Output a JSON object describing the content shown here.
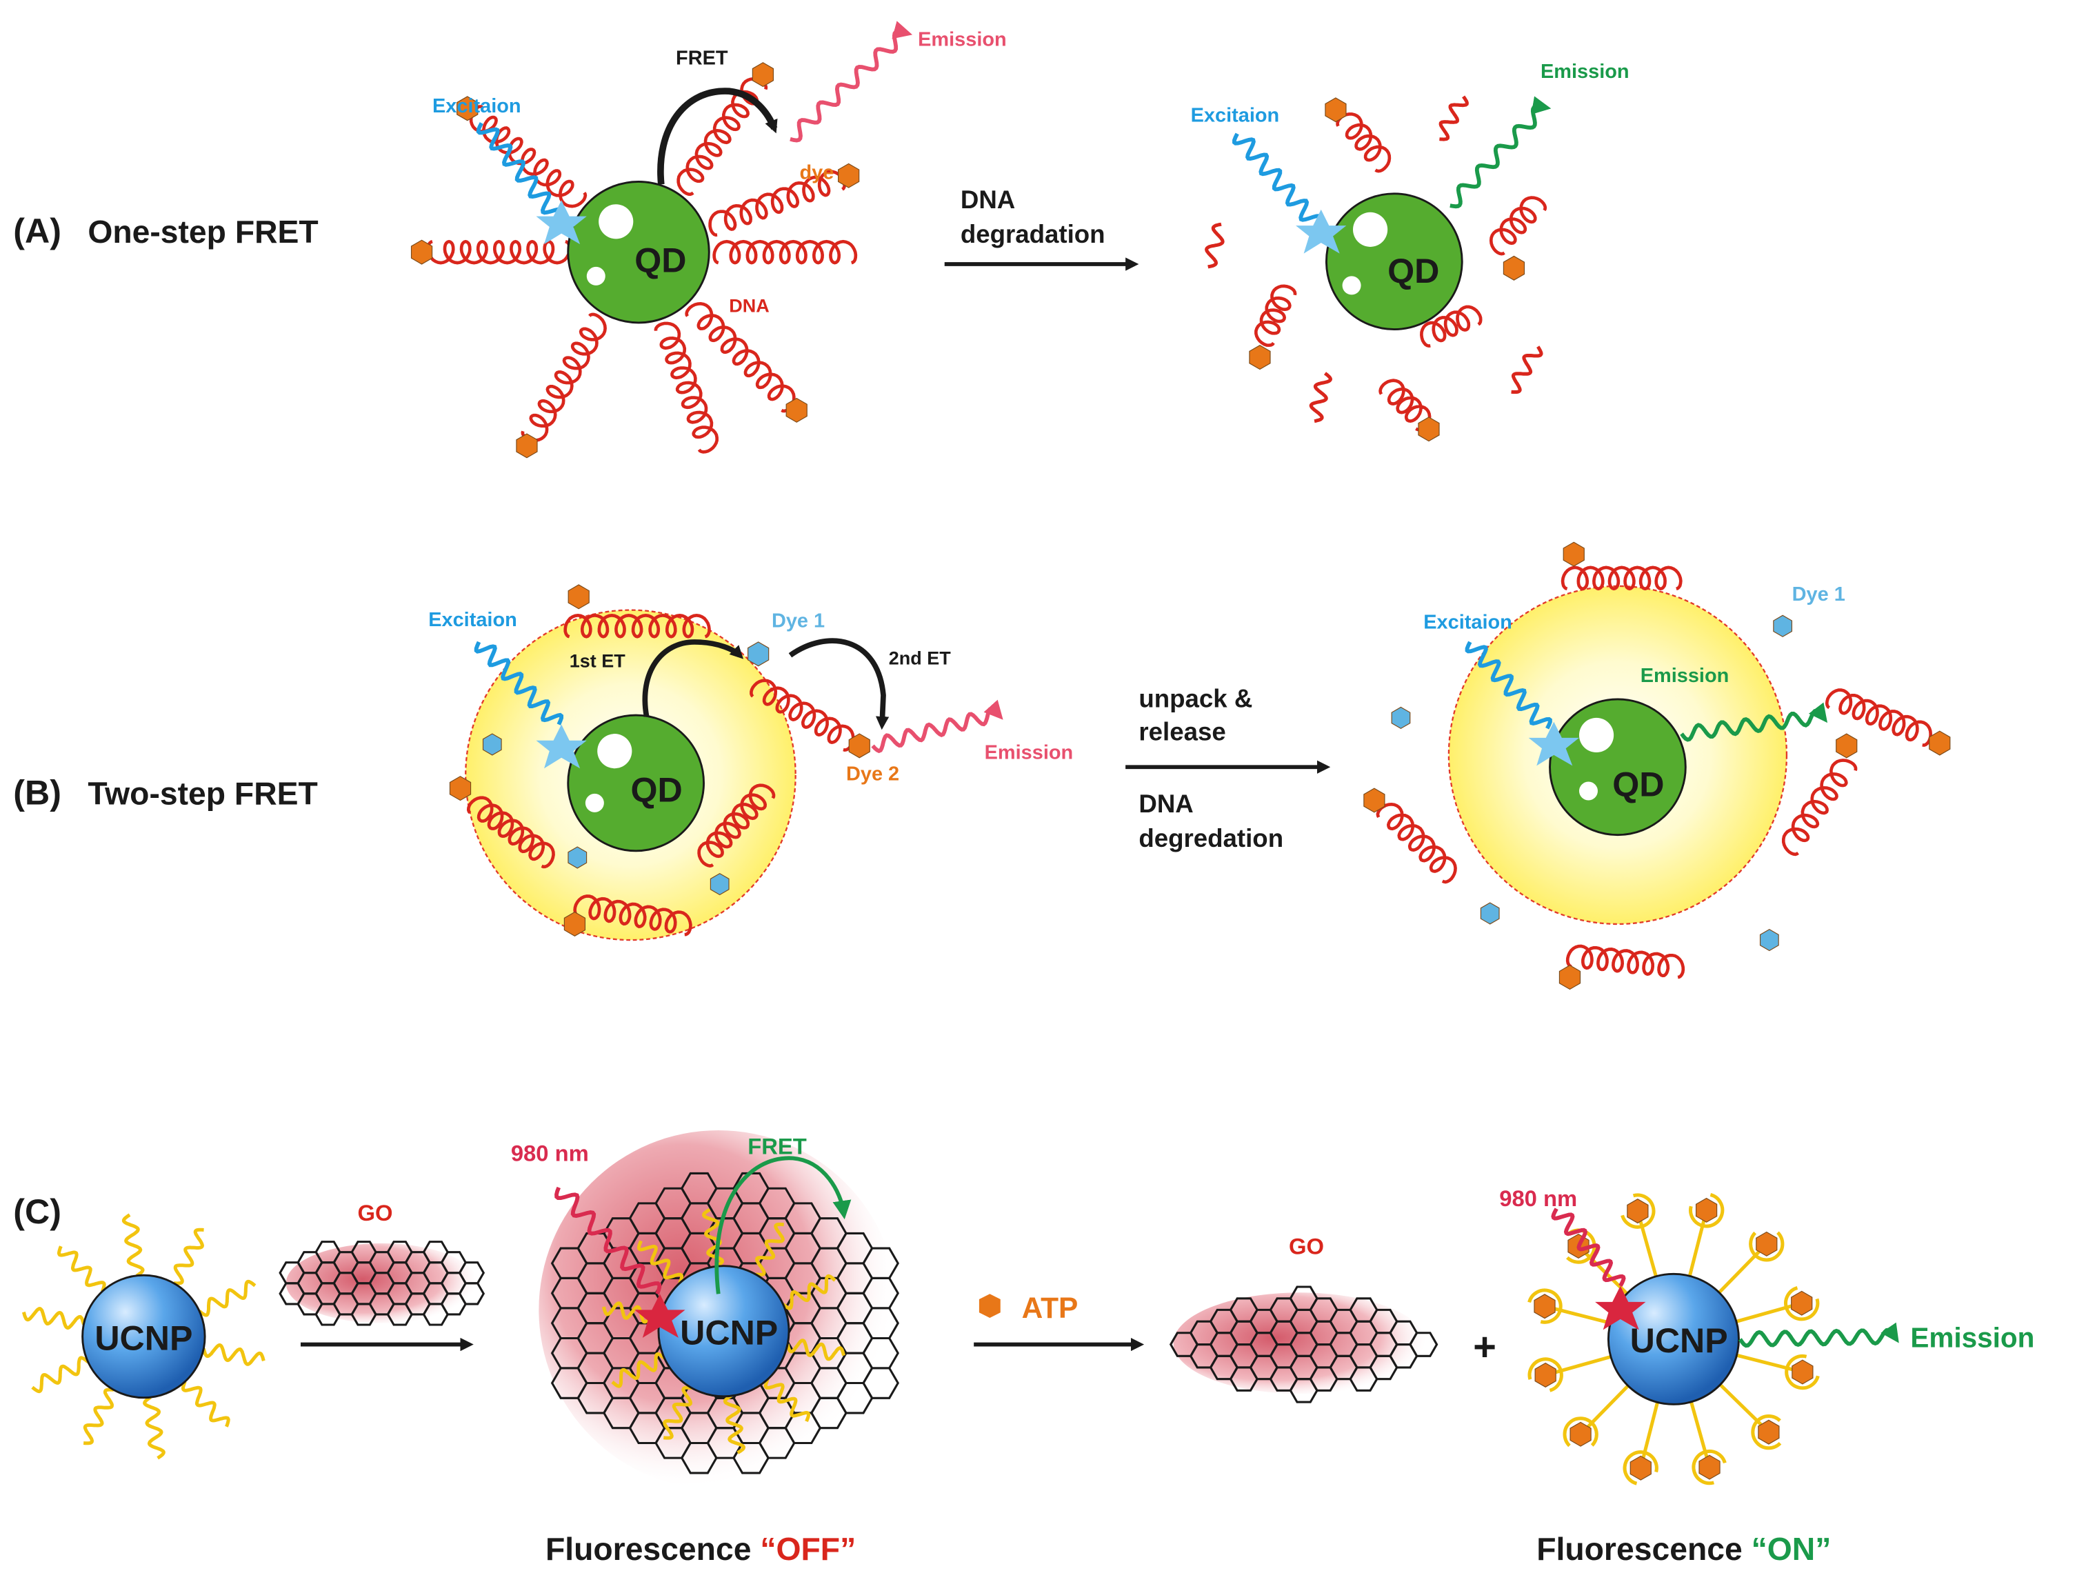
{
  "colors": {
    "excitation": "#1e9be0",
    "emission_red": "#e8506e",
    "emission_green": "#1a9a4a",
    "dna": "#d9261c",
    "dye_orange": "#e87718",
    "dye_blue": "#5fb4e2",
    "qd_green": "#55ac2f",
    "shell_yellow": "#fff48a",
    "ucnp_blue": "#3a8ee0",
    "ligand_yellow": "#f2c40f",
    "go_pink": "#e07888",
    "black": "#1a1a1a"
  },
  "panelA": {
    "label": "(A)",
    "title": "One-step FRET",
    "excitation": "Excitaion",
    "fret": "FRET",
    "emission_left": "Emission",
    "dye": "dye",
    "qd": "QD",
    "dna": "DNA",
    "arrow_label_1": "DNA",
    "arrow_label_2": "degradation",
    "excitation_right": "Excitaion",
    "emission_right": "Emission",
    "qd_right": "QD"
  },
  "panelB": {
    "label": "(B)",
    "title": "Two-step FRET",
    "excitation": "Excitaion",
    "first_et": "1st ET",
    "second_et": "2nd ET",
    "dye1": "Dye 1",
    "dye2": "Dye 2",
    "emission_left": "Emission",
    "qd": "QD",
    "arrow_top_1": "unpack &",
    "arrow_top_2": "release",
    "arrow_bottom_1": "DNA",
    "arrow_bottom_2": "degredation",
    "excitation_right": "Excitaion",
    "dye1_right": "Dye 1",
    "emission_right": "Emission",
    "qd_right": "QD"
  },
  "panelC": {
    "label": "(C)",
    "ucnp": "UCNP",
    "go_left": "GO",
    "nm_left": "980 nm",
    "fret": "FRET",
    "atp": "ATP",
    "go_right": "GO",
    "plus": "+",
    "nm_right": "980 nm",
    "emission": "Emission",
    "fluor_word": "Fluorescence",
    "state_off": "“OFF”",
    "state_on": "“ON”"
  }
}
